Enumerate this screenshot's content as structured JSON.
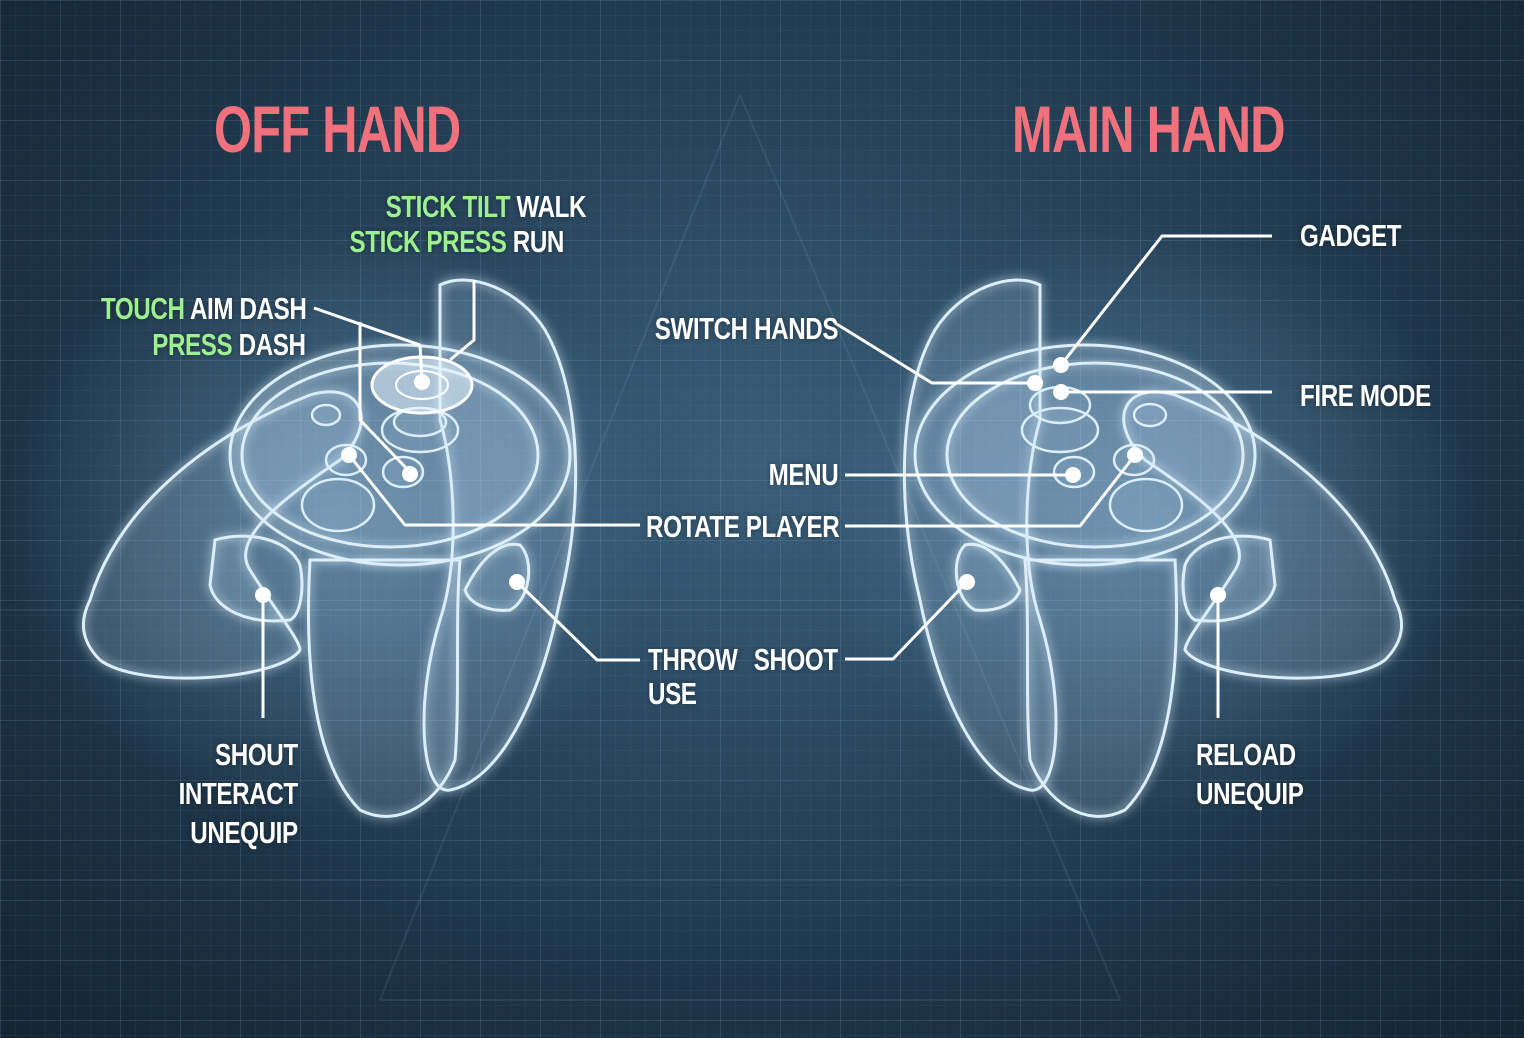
{
  "titles": {
    "off_hand": "OFF HAND",
    "main_hand": "MAIN HAND"
  },
  "off_hand": {
    "stick": {
      "tilt_key": "STICK TILT",
      "tilt_action": "WALK",
      "press_key": "STICK PRESS",
      "press_action": "RUN"
    },
    "button": {
      "touch_key": "TOUCH",
      "touch_action": "AIM DASH",
      "press_key": "PRESS",
      "press_action": "DASH"
    },
    "grip_actions": [
      "SHOUT",
      "INTERACT",
      "UNEQUIP"
    ]
  },
  "shared": {
    "rotate_player": "ROTATE PLAYER",
    "throw": "THROW",
    "use": "USE",
    "shoot": "SHOOT"
  },
  "main_hand": {
    "gadget": "GADGET",
    "switch_hands": "SWITCH HANDS",
    "fire_mode": "FIRE MODE",
    "menu": "MENU",
    "grip_actions": [
      "RELOAD",
      "UNEQUIP"
    ]
  },
  "colors": {
    "title": "#f0707c",
    "key_green": "#9cf08f",
    "label_white": "#ffffff",
    "controller_outline": "#dceefa",
    "background": "#22405a"
  }
}
